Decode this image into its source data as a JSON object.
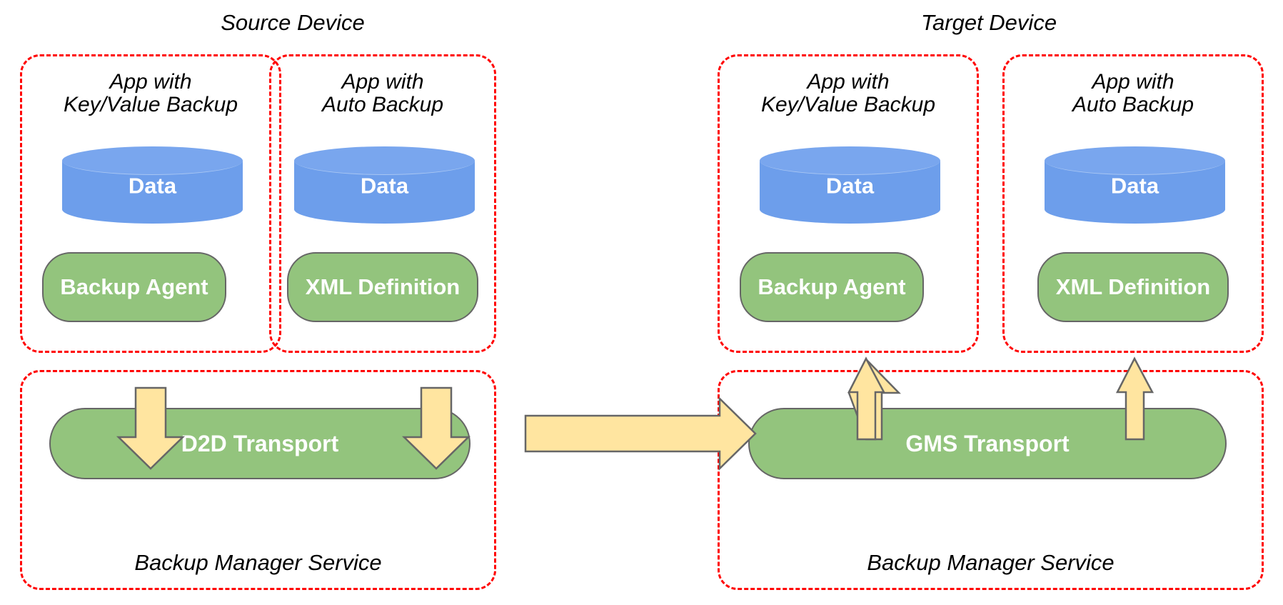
{
  "diagram": {
    "title_source": "Source Device",
    "title_target": "Target Device",
    "colors": {
      "dashed_border": "#ff0000",
      "cylinder_fill": "#6d9eeb",
      "pill_fill": "#93c47d",
      "pill_border": "#666666",
      "arrow_fill": "#ffe5a0",
      "arrow_border": "#666666",
      "background": "#ffffff",
      "label_text": "#ffffff",
      "caption_text": "#000000"
    }
  },
  "source_device": {
    "title": "Source Device",
    "apps": [
      {
        "caption_line1": "App with",
        "caption_line2": "Key/Value Backup",
        "data_label": "Data",
        "component_label": "Backup Agent"
      },
      {
        "caption_line1": "App with",
        "caption_line2": "Auto Backup",
        "data_label": "Data",
        "component_label": "XML Definition"
      }
    ],
    "service": {
      "transport_label": "D2D Transport",
      "caption": "Backup Manager Service"
    }
  },
  "target_device": {
    "title": "Target Device",
    "apps": [
      {
        "caption_line1": "App with",
        "caption_line2": "Key/Value Backup",
        "data_label": "Data",
        "component_label": "Backup Agent"
      },
      {
        "caption_line1": "App with",
        "caption_line2": "Auto Backup",
        "data_label": "Data",
        "component_label": "XML Definition"
      }
    ],
    "service": {
      "transport_label": "GMS Transport",
      "caption": "Backup Manager Service"
    }
  },
  "flows": [
    {
      "name": "backup-agent-to-d2d",
      "direction": "down"
    },
    {
      "name": "xml-definition-to-d2d",
      "direction": "down"
    },
    {
      "name": "d2d-to-gms",
      "direction": "right"
    },
    {
      "name": "gms-to-backup-agent",
      "direction": "up"
    },
    {
      "name": "gms-to-xml-definition",
      "direction": "up"
    }
  ]
}
